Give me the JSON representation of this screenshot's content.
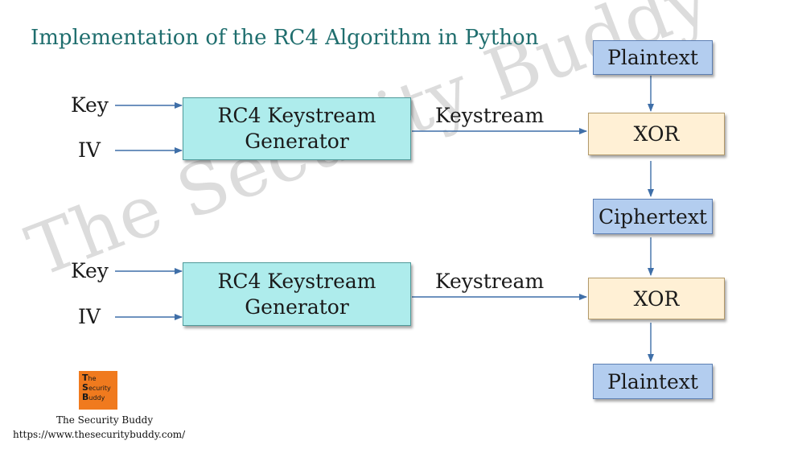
{
  "title": "Implementation of the RC4 Algorithm in Python",
  "watermark": "The Security Buddy",
  "encrypt": {
    "key_label": "Key",
    "iv_label": "IV",
    "generator": [
      "RC4 Keystream",
      "Generator"
    ],
    "keystream_label": "Keystream",
    "plaintext": "Plaintext",
    "xor": "XOR",
    "ciphertext": "Ciphertext"
  },
  "decrypt": {
    "key_label": "Key",
    "iv_label": "IV",
    "generator": [
      "RC4 Keystream",
      "Generator"
    ],
    "keystream_label": "Keystream",
    "xor": "XOR",
    "plaintext": "Plaintext"
  },
  "footer": {
    "logo_lines": [
      {
        "initial": "T",
        "rest": "he"
      },
      {
        "initial": "S",
        "rest": "ecurity"
      },
      {
        "initial": "B",
        "rest": "uddy"
      }
    ],
    "brand": "The Security Buddy",
    "url": "https://www.thesecuritybuddy.com/"
  },
  "colors": {
    "title": "#1f6e6e",
    "generator_fill": "#aeecec",
    "text_box_fill": "#b3cdef",
    "xor_fill": "#fff0d5",
    "arrow": "#3f6fa8",
    "logo": "#f07a1e"
  }
}
